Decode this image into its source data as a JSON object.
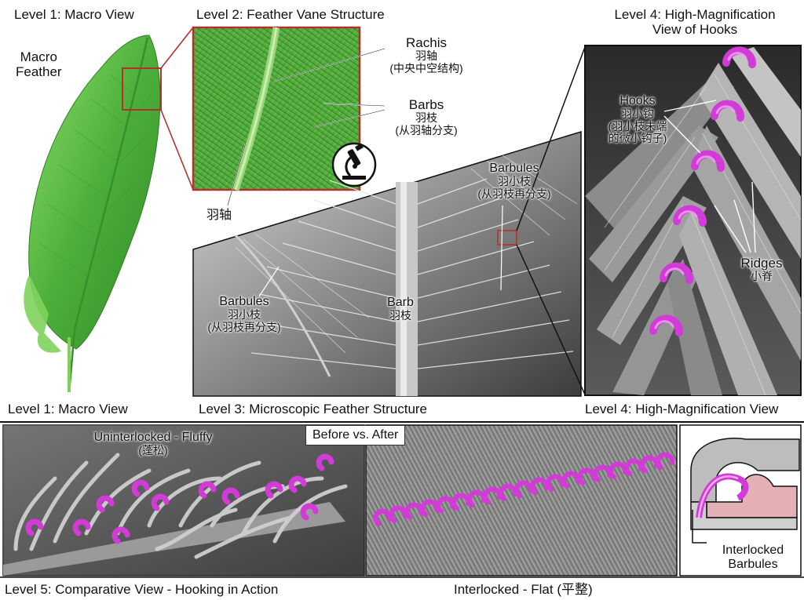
{
  "titles": {
    "level1_top": "Level 1: Macro View",
    "level2_top": "Level 2: Feather Vane Structure",
    "level4_top_line1": "Level 4: High-Magnification",
    "level4_top_line2": "View of Hooks",
    "level1_bottom": "Level 1: Macro View",
    "level3_bottom": "Level 3: Microscopic Feather Structure",
    "level4_bottom": "Level 4: High-Magnification View",
    "level5_bottom": "Level 5: Comparative View - Hooking in Action",
    "interlocked_flat": "Interlocked - Flat (平整)"
  },
  "macro": {
    "line1": "Macro",
    "line2": "Feather"
  },
  "vane": {
    "rachis_en": "Rachis",
    "rachis_cn": "羽轴",
    "rachis_desc": "(中央中空结构)",
    "barbs_en": "Barbs",
    "barbs_cn": "羽枝",
    "barbs_desc": "(从羽轴分支)",
    "rachis_bottom": "羽轴"
  },
  "micro": {
    "barbules_right_en": "Barbules",
    "barbules_right_cn": "羽小枝",
    "barbules_right_desc": "(从羽枝再分支)",
    "barbules_left_en": "Barbules",
    "barbules_left_cn": "羽小枝",
    "barbules_left_desc": "(从羽枝再分支)",
    "barb_en": "Barb",
    "barb_cn": "羽枝"
  },
  "hooks": {
    "hooks_en": "Hooks",
    "hooks_cn": "羽小钩",
    "hooks_desc1": "(羽小枝末端",
    "hooks_desc2": "的微小钩子)",
    "ridges_en": "Ridges",
    "ridges_cn": "小脊"
  },
  "compare": {
    "before_after": "Before vs. After",
    "fluffy_en": "Uninterlocked - Fluffy",
    "fluffy_cn": "(蓬松)",
    "inset_line1": "Interlocked",
    "inset_line2": "Barbules"
  },
  "colors": {
    "feather_green": "#4caf3a",
    "hook_magenta": "#d23bd8",
    "callout_red": "#b3312b",
    "sem_gray": "#8f8f8f"
  },
  "icons": {
    "microscope": "microscope-icon"
  }
}
